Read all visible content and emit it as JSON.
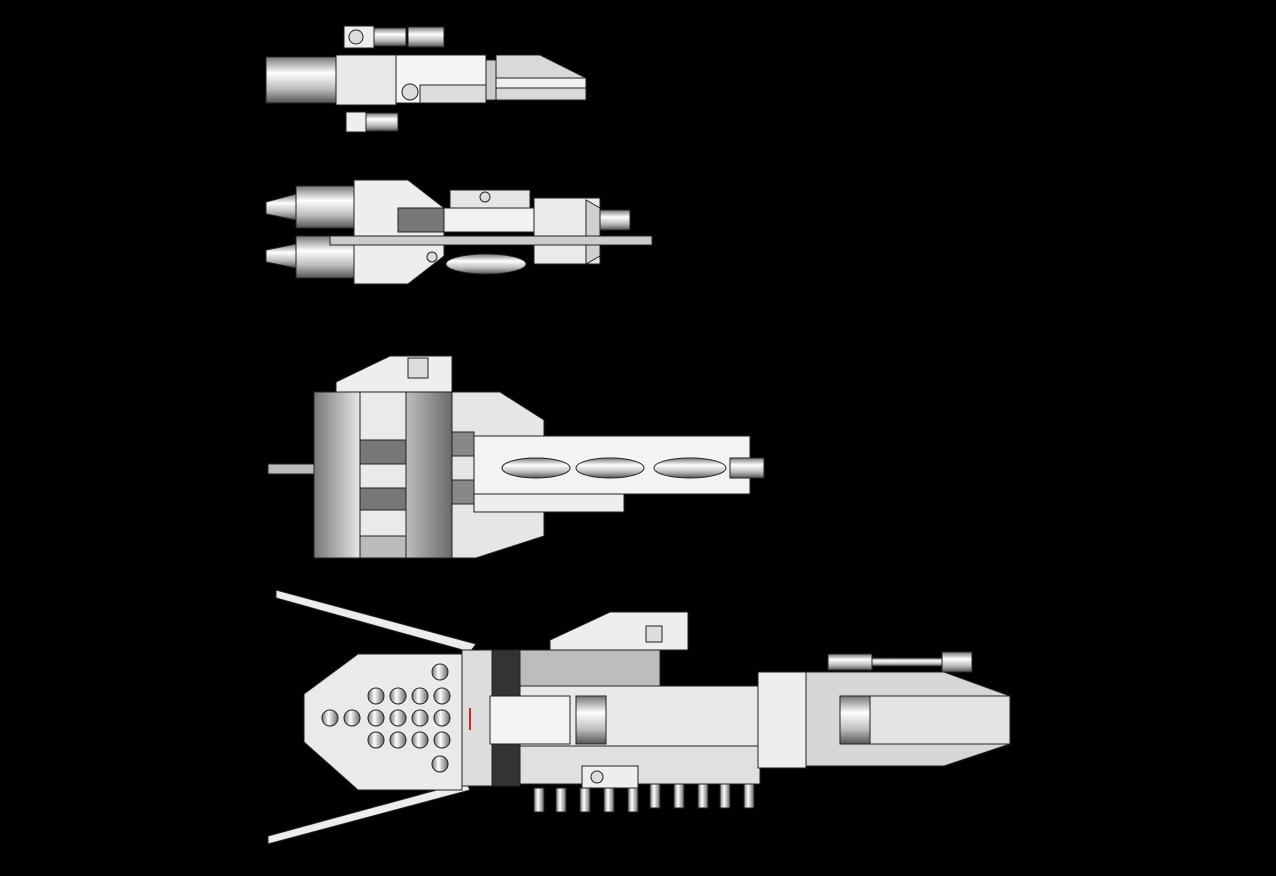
{
  "background": "#000000",
  "palette": {
    "hull_light": "#f2f2f2",
    "hull_mid": "#c8c8c8",
    "hull_dark": "#808080",
    "outline": "#222222"
  },
  "ships": [
    {
      "name": "ship-1"
    },
    {
      "name": "ship-2"
    },
    {
      "name": "ship-3"
    },
    {
      "name": "ship-4"
    }
  ]
}
